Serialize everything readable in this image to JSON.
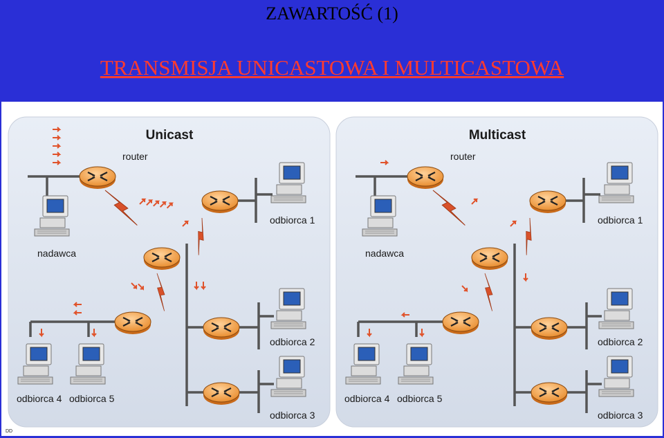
{
  "slide": {
    "title": "ZAWARTOŚĆ (1)",
    "link": "TRANSMISJA UNICASTOWA I MULTICASTOWA"
  },
  "colors": {
    "background": "#2a2fd6",
    "link": "#ff3b2f",
    "router": "#f5a04a",
    "arrow": "#e0522a",
    "line": "#555555"
  },
  "figure": {
    "panels": [
      {
        "id": "unicast",
        "title": "Unicast",
        "router_label": "router",
        "sender_label": "nadawca",
        "receivers": [
          "odbiorca 1",
          "odbiorca 2",
          "odbiorca 3",
          "odbiorca 4",
          "odbiorca 5"
        ]
      },
      {
        "id": "multicast",
        "title": "Multicast",
        "router_label": "router",
        "sender_label": "nadawca",
        "receivers": [
          "odbiorca 1",
          "odbiorca 2",
          "odbiorca 3",
          "odbiorca 4",
          "odbiorca 5"
        ]
      }
    ],
    "corner_mark": "DD"
  }
}
